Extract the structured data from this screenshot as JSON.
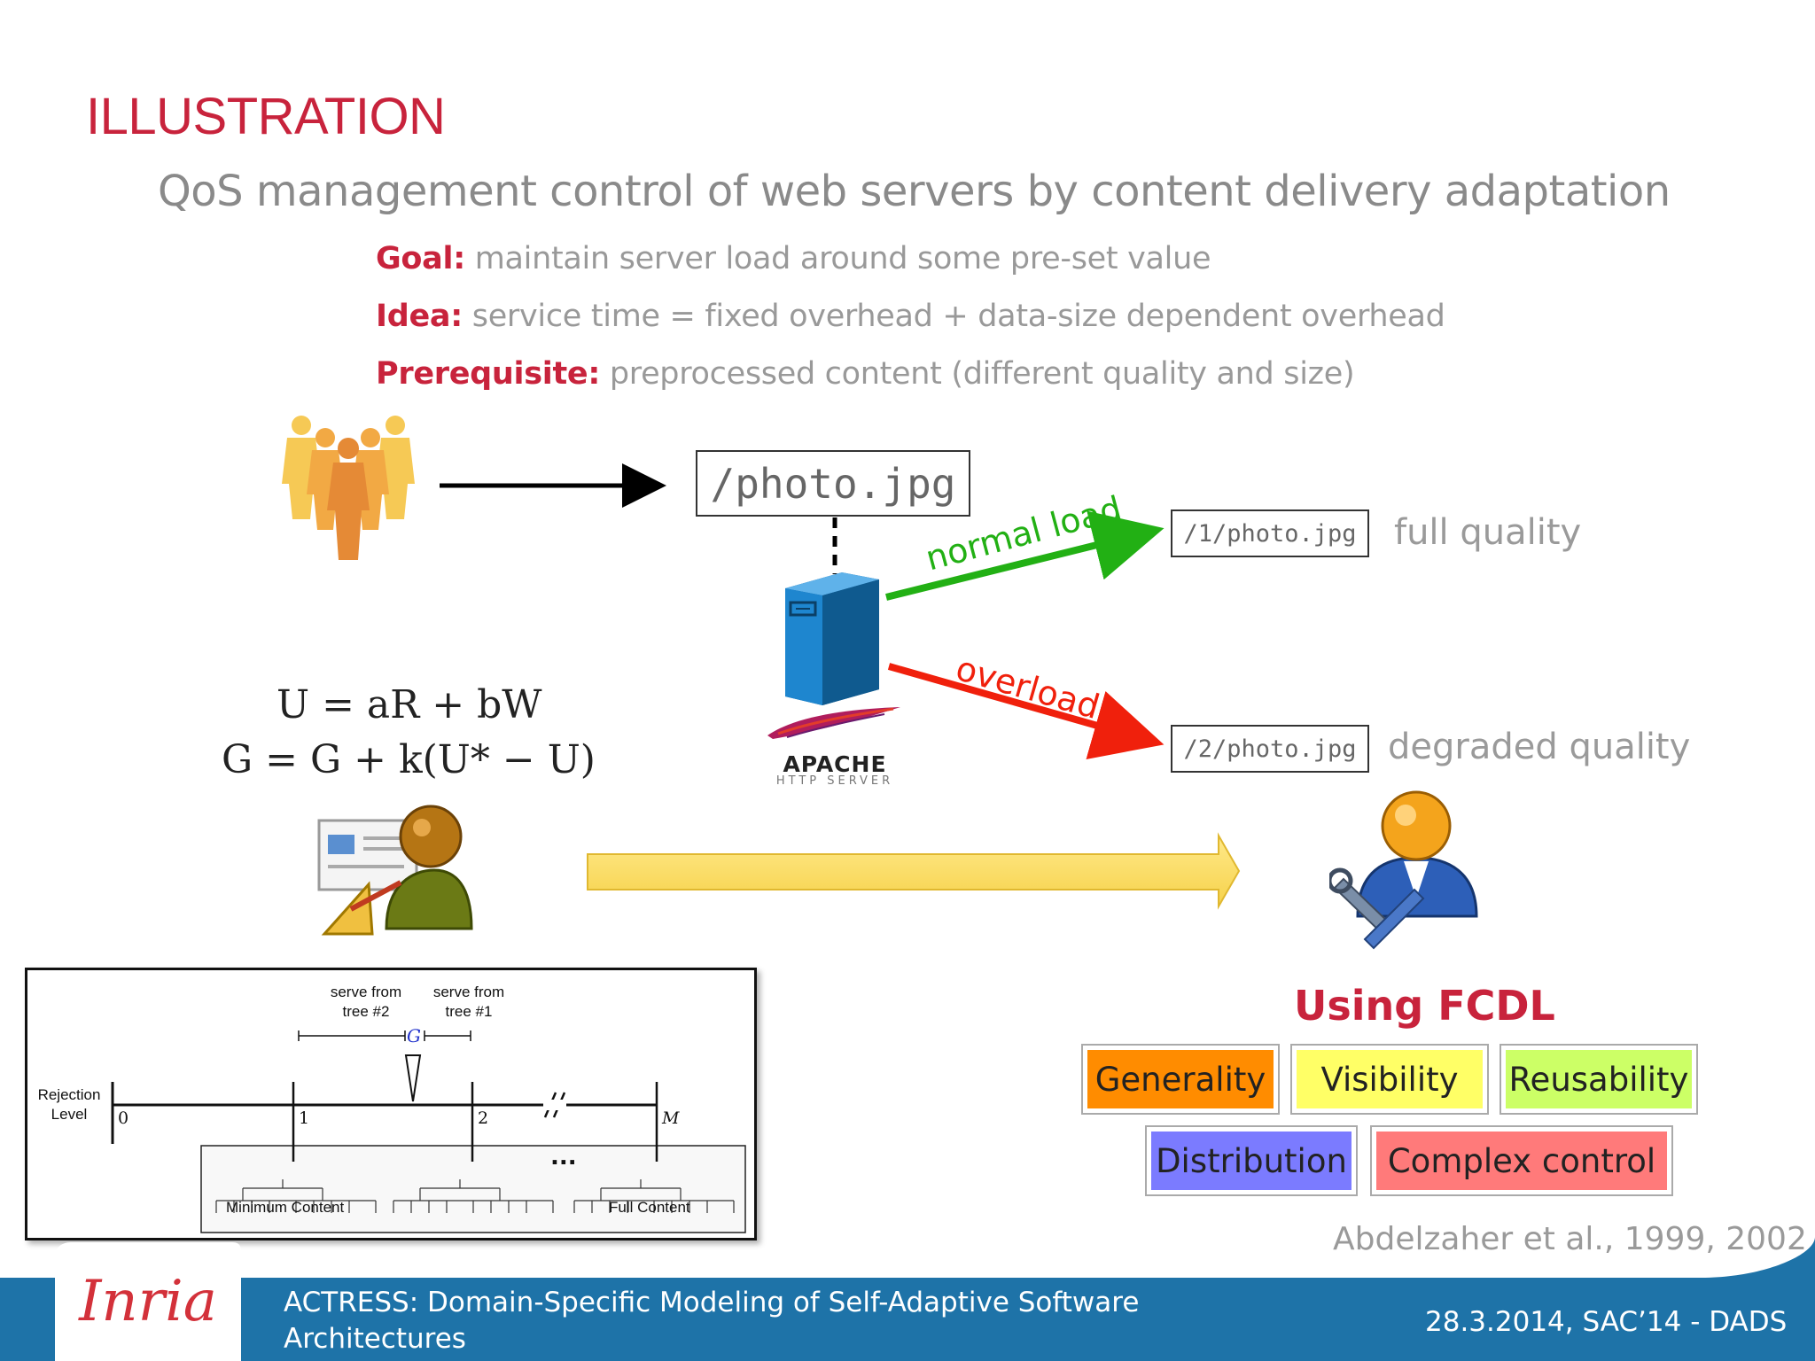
{
  "slide": {
    "title": "ILLUSTRATION",
    "subtitle": "QoS management control of web servers by content delivery adaptation"
  },
  "bullets": [
    {
      "key": "Goal:",
      "text": " maintain server load around some pre-set value"
    },
    {
      "key": "Idea:",
      "text": " service time = fixed overhead + data-size dependent overhead"
    },
    {
      "key": "Prerequisite:",
      "text": " preprocessed content (different quality and size)"
    }
  ],
  "diagram": {
    "request_url": "/photo.jpg",
    "full_url": "/1/photo.jpg",
    "full_label": "full quality",
    "degraded_url": "/2/photo.jpg",
    "degraded_label": "degraded quality",
    "normal_label": "normal load",
    "overload_label": "overload",
    "apache_label": "APACHE",
    "apache_sub": "HTTP SERVER",
    "colors": {
      "normal": "#22b014",
      "overload": "#f0200c",
      "accent": "#c8233c",
      "server": "#1e7fc2"
    }
  },
  "equations": {
    "line1": "U = aR + bW",
    "line2": "G = G + k(U* − U)"
  },
  "figure": {
    "serve_tree2": [
      "serve from",
      "tree #2"
    ],
    "serve_tree1": [
      "serve from",
      "tree #1"
    ],
    "g_label": "G",
    "rejection": [
      "Rejection",
      "Level"
    ],
    "ticks": [
      "0",
      "1",
      "2",
      "M"
    ],
    "min_content": "Minimum Content",
    "full_content": "Full Content",
    "ellipsis": "..."
  },
  "fcdl": {
    "title": "Using FCDL",
    "features": [
      {
        "label": "Generality",
        "color": "#ff8c00"
      },
      {
        "label": "Visibility",
        "color": "#ffff66"
      },
      {
        "label": "Reusability",
        "color": "#ccff66"
      },
      {
        "label": "Distribution",
        "color": "#7b7bff"
      },
      {
        "label": "Complex control",
        "color": "#ff7a7a"
      }
    ]
  },
  "citation": "Abdelzaher et al., 1999, 2002",
  "footer": {
    "logo": "Inria",
    "line1": "ACTRESS: Domain-Specific Modeling of Self-Adaptive Software",
    "line2": "Architectures",
    "date": "28.3.2014, SAC’14 - DADS",
    "color": "#1e73a8"
  }
}
